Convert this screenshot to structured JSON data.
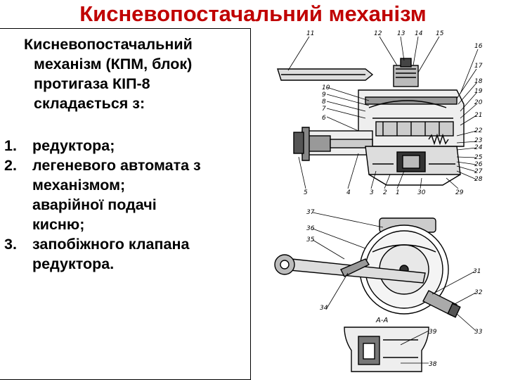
{
  "title": "Кисневопостачальний механізм",
  "intro": {
    "line1": "Кисневопостачальний",
    "line2": "механізм (КПМ, блок)",
    "line3": "протигаза КІП-8",
    "line4": "складається з:"
  },
  "items": [
    {
      "num": "1.",
      "first": "редуктора;",
      "rest": []
    },
    {
      "num": "2.",
      "first": "легеневого автомата з",
      "rest": [
        "механізмом;",
        "аварійної подачі",
        "кисню;"
      ]
    },
    {
      "num": "3.",
      "first": "запобіжного клапана",
      "rest": [
        "редуктора."
      ]
    }
  ],
  "diagram": {
    "section_label": "А-А",
    "callouts": [
      "11",
      "12",
      "13",
      "14",
      "15",
      "16",
      "17",
      "18",
      "19",
      "20",
      "21",
      "22",
      "23",
      "24",
      "25",
      "26",
      "27",
      "28",
      "29",
      "30",
      "1",
      "2",
      "3",
      "4",
      "5",
      "6",
      "7",
      "8",
      "9",
      "10",
      "37",
      "36",
      "35",
      "34",
      "31",
      "32",
      "33",
      "39",
      "38"
    ]
  }
}
